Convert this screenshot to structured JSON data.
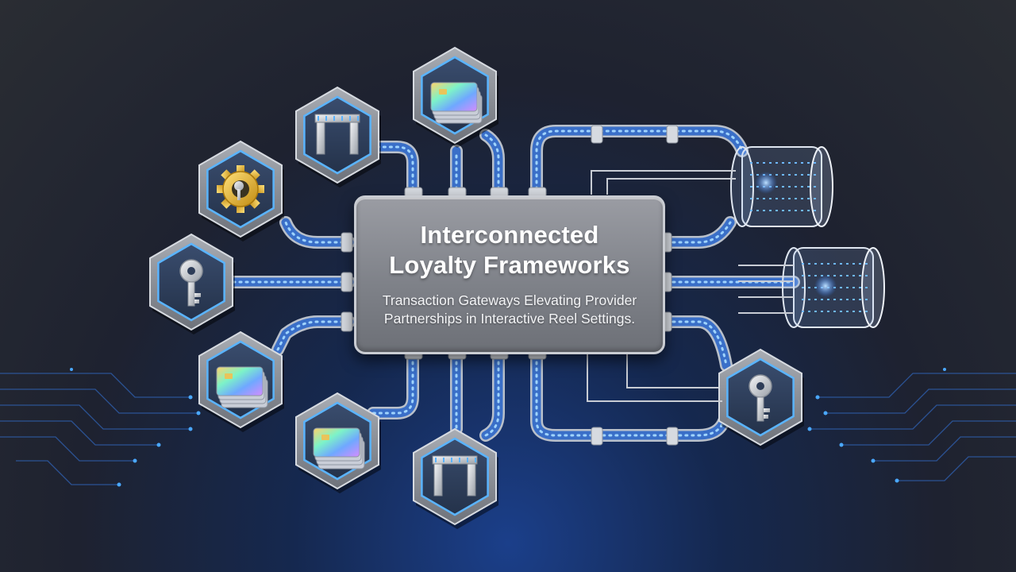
{
  "hub": {
    "title_line1": "Interconnected",
    "title_line2": "Loyalty Frameworks",
    "subtitle_line1": "Transaction Gateways Elevating Provider",
    "subtitle_line2": "Partnerships in Interactive Reel Settings."
  },
  "nodes": [
    {
      "icon": "gateway-arch-icon"
    },
    {
      "icon": "card-stack-icon"
    },
    {
      "icon": "gear-key-icon"
    },
    {
      "icon": "key-icon"
    },
    {
      "icon": "card-stack-icon"
    },
    {
      "icon": "card-stack-icon"
    },
    {
      "icon": "gateway-arch-icon"
    },
    {
      "icon": "key-icon"
    }
  ],
  "cylinders": [
    {
      "icon": "data-cylinder-icon"
    },
    {
      "icon": "data-cylinder-icon"
    }
  ],
  "colors": {
    "accent_blue": "#4aa8ff",
    "gold": "#e0b21e",
    "hub_gray": "#85888f"
  }
}
